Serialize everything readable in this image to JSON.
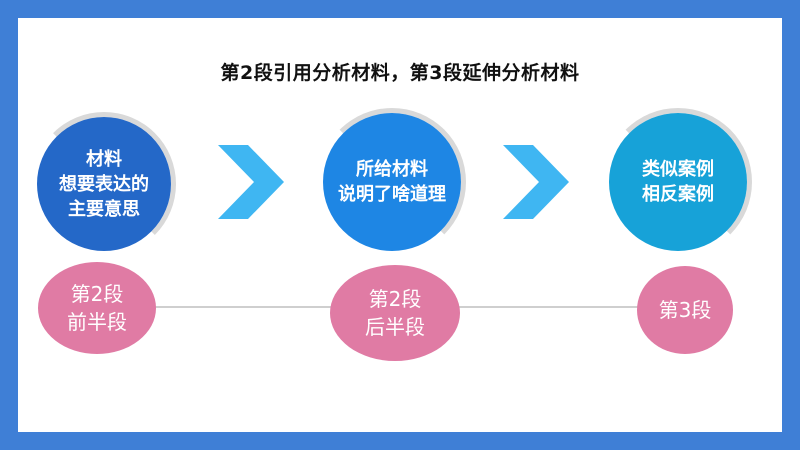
{
  "title": "第2段引用分析材料，第3段延伸分析材料",
  "steps": [
    {
      "lines": [
        "材料",
        "想要表达的",
        "主要意思"
      ],
      "tag_lines": [
        "第2段",
        "前半段"
      ]
    },
    {
      "lines": [
        "所给材料",
        "说明了啥道理"
      ],
      "tag_lines": [
        "第2段",
        "后半段"
      ]
    },
    {
      "lines": [
        "类似案例",
        "相反案例"
      ],
      "tag_lines": [
        "第3段"
      ]
    }
  ],
  "colors": {
    "background": "#3f7fd6",
    "circle1": "#2468c8",
    "circle2": "#1e86e4",
    "circle3": "#17a2d8",
    "pill": "#e07ba4",
    "arrow": "#3fb6f2"
  },
  "icons": {
    "arrow": "chevron-right-icon"
  }
}
